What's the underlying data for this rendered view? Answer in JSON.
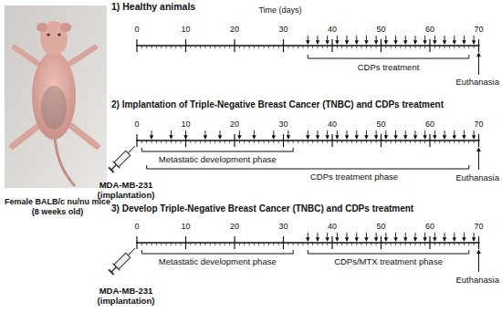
{
  "diagram": {
    "labels": [
      "Female BALB/c nu/nu mice (8 weeks old)",
      "1) Healthy animals",
      "Time (days)",
      "0",
      "10",
      "20",
      "30",
      "40",
      "50",
      "60",
      "70",
      "CDPs treatment",
      "Euthanasia",
      "2) Implantation of Triple-Negative Breast Cancer (TNBC) and CDPs treatment",
      "0",
      "10",
      "20",
      "30",
      "40",
      "50",
      "60",
      "70",
      "MDA-MB-231 (implantation)",
      "Metastatic development phase",
      "CDPs treatment phase",
      "Euthanasia",
      "3) Develop Triple-Negative Breast Cancer (TNBC) and CDPs treatment",
      "0",
      "10",
      "20",
      "30",
      "40",
      "50",
      "60",
      "70",
      "MDA-MB-231 (implantation)",
      "Metastatic development phase",
      "CDPs/MTX treatment phase",
      "Euthanasia"
    ]
  }
}
